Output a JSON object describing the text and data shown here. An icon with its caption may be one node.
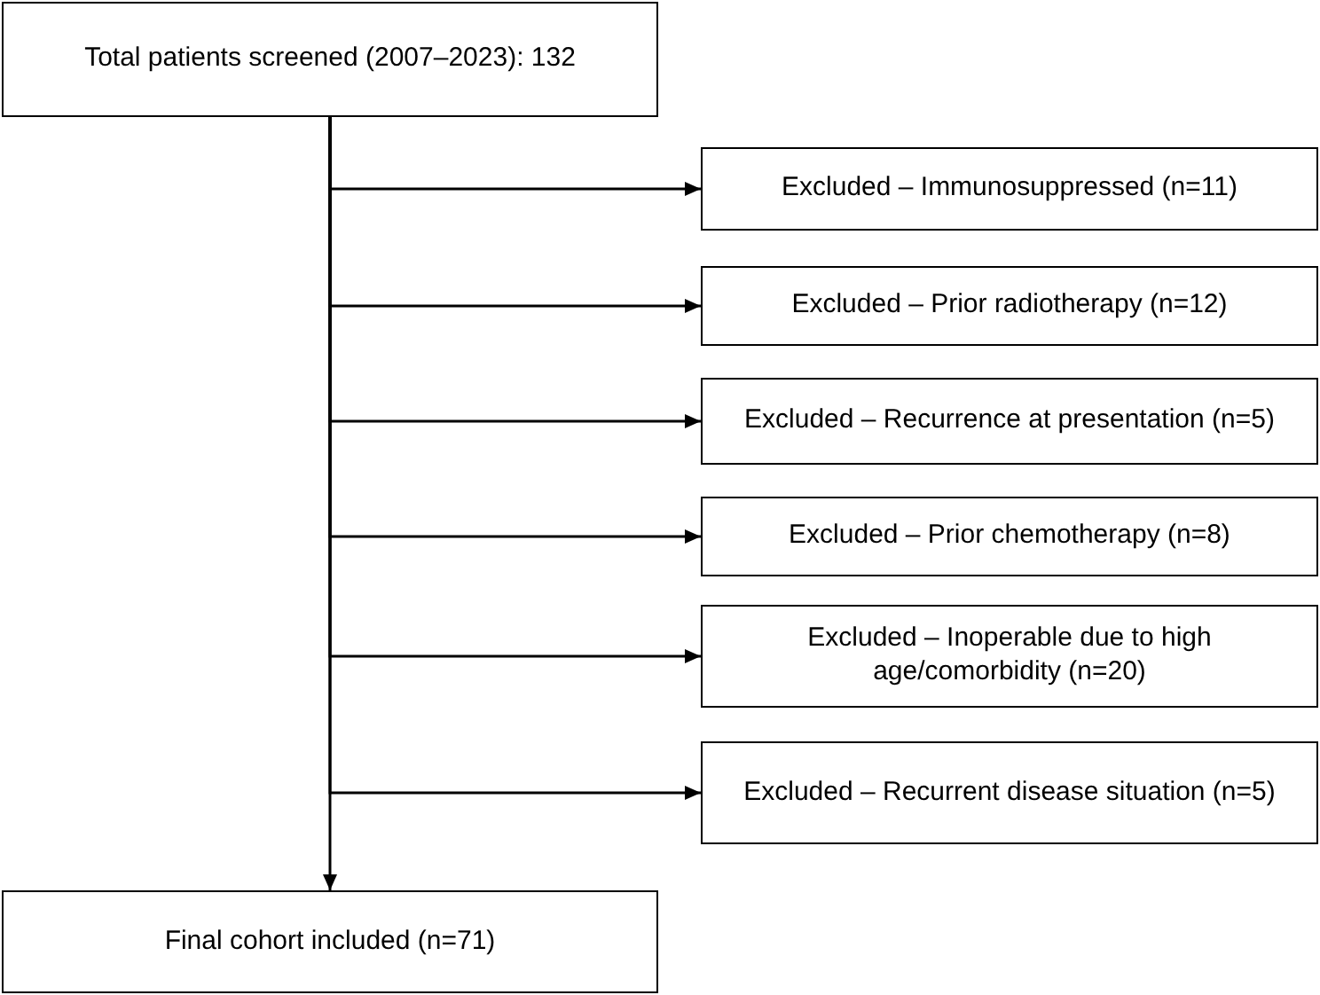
{
  "diagram": {
    "nodes": [
      {
        "text": [
          "Total patients screened (2007–2023): 132"
        ]
      },
      {
        "text": [
          "Excluded – Immunosuppressed (n=11)"
        ]
      },
      {
        "text": [
          "Excluded – Prior radiotherapy (n=12)"
        ]
      },
      {
        "text": [
          "Excluded – Recurrence at presentation (n=5)"
        ]
      },
      {
        "text": [
          "Excluded – Prior chemotherapy (n=8)"
        ]
      },
      {
        "text": [
          "Excluded – Inoperable due to high age/comorbidity (n=20)"
        ]
      },
      {
        "text": [
          "Excluded – Recurrent disease situation (n=5)"
        ]
      },
      {
        "text": [
          "Final cohort included (n=71)"
        ]
      }
    ],
    "edges": [
      {
        "from": 0,
        "to": 1,
        "arrow": "to"
      },
      {
        "from": 0,
        "to": 2,
        "arrow": "to"
      },
      {
        "from": 0,
        "to": 3,
        "arrow": "to"
      },
      {
        "from": 0,
        "to": 4,
        "arrow": "to"
      },
      {
        "from": 0,
        "to": 5,
        "arrow": "to"
      },
      {
        "from": 0,
        "to": 6,
        "arrow": "to"
      },
      {
        "from": 0,
        "to": 7,
        "arrow": "to"
      }
    ]
  }
}
